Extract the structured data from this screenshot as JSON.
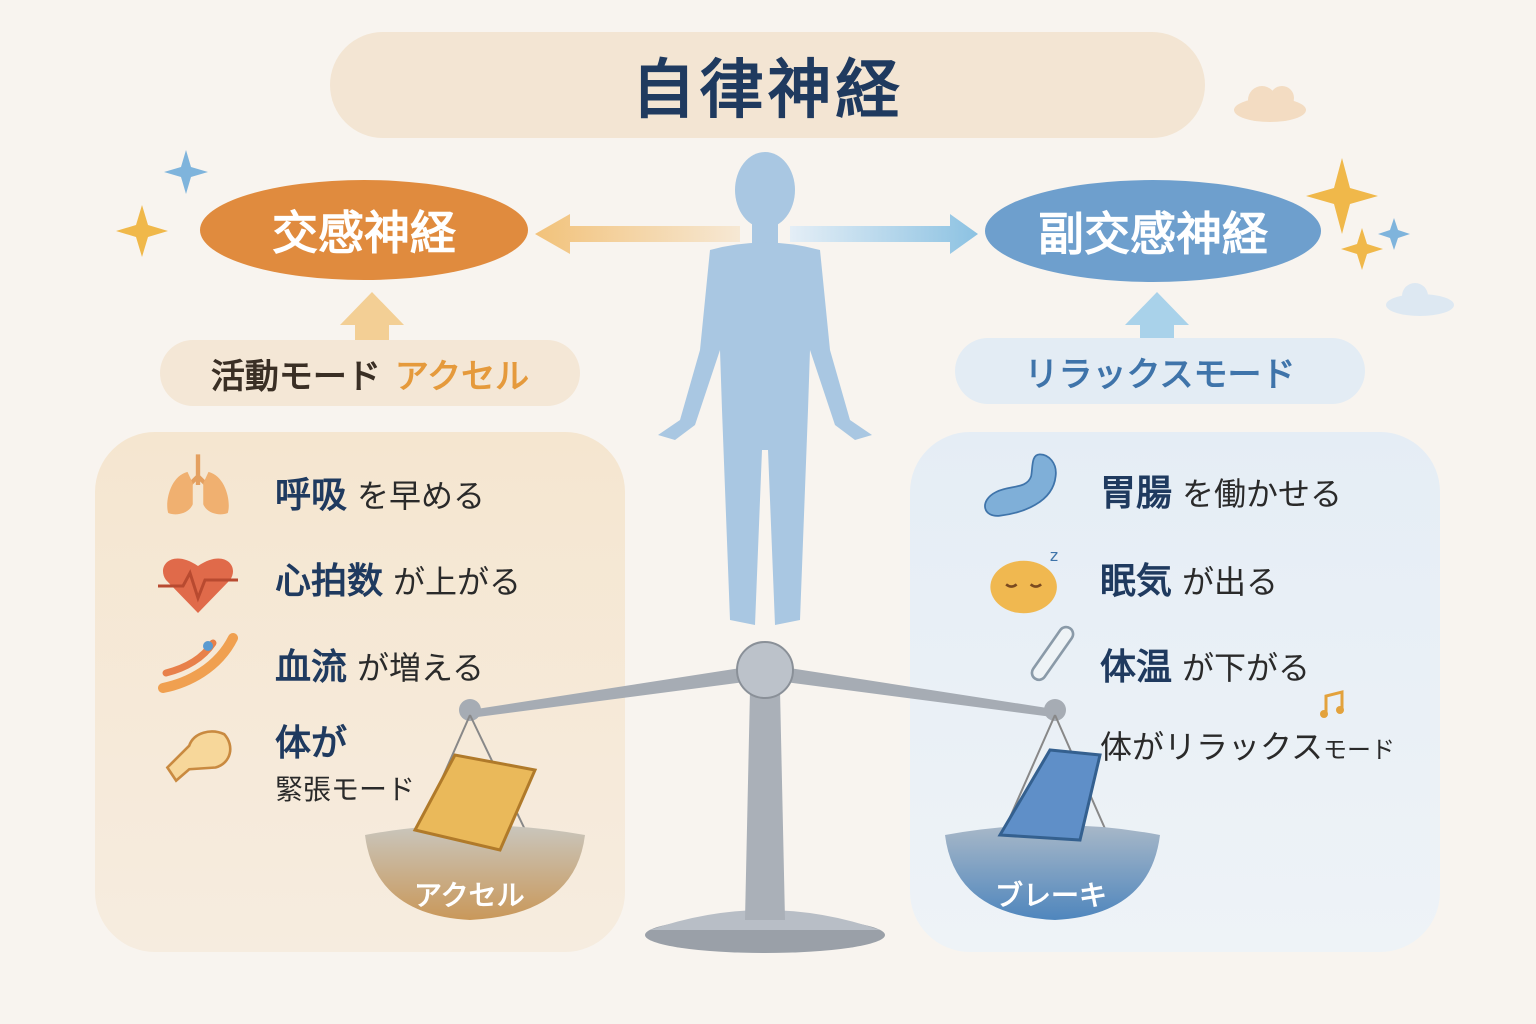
{
  "title": "自律神経",
  "sympathetic": {
    "label": "交感神経",
    "mode": "活動モード",
    "mode_accent": "アクセル",
    "color": "#e08b3e",
    "items": [
      {
        "key": "呼吸",
        "rest": "を早める",
        "icon": "lungs-icon"
      },
      {
        "key": "心拍数",
        "rest": "が上がる",
        "icon": "heart-icon"
      },
      {
        "key": "血流",
        "rest": "が増える",
        "icon": "blood-flow-icon"
      },
      {
        "key": "体が",
        "rest": "緊張モード",
        "icon": "fist-icon"
      }
    ],
    "pedal": "アクセル"
  },
  "parasympathetic": {
    "label": "副交感神経",
    "mode": "リラックスモード",
    "color": "#6e9fcd",
    "items": [
      {
        "key": "胃腸",
        "rest": "を働かせる",
        "icon": "stomach-icon"
      },
      {
        "key": "眠気",
        "rest": "が出る",
        "icon": "sleepy-face-icon"
      },
      {
        "key": "体温",
        "rest": "が下がる",
        "icon": "thermometer-icon"
      },
      {
        "key": "体がリラックス",
        "rest": "モード",
        "icon": "music-note-icon"
      }
    ],
    "pedal": "ブレーキ"
  }
}
